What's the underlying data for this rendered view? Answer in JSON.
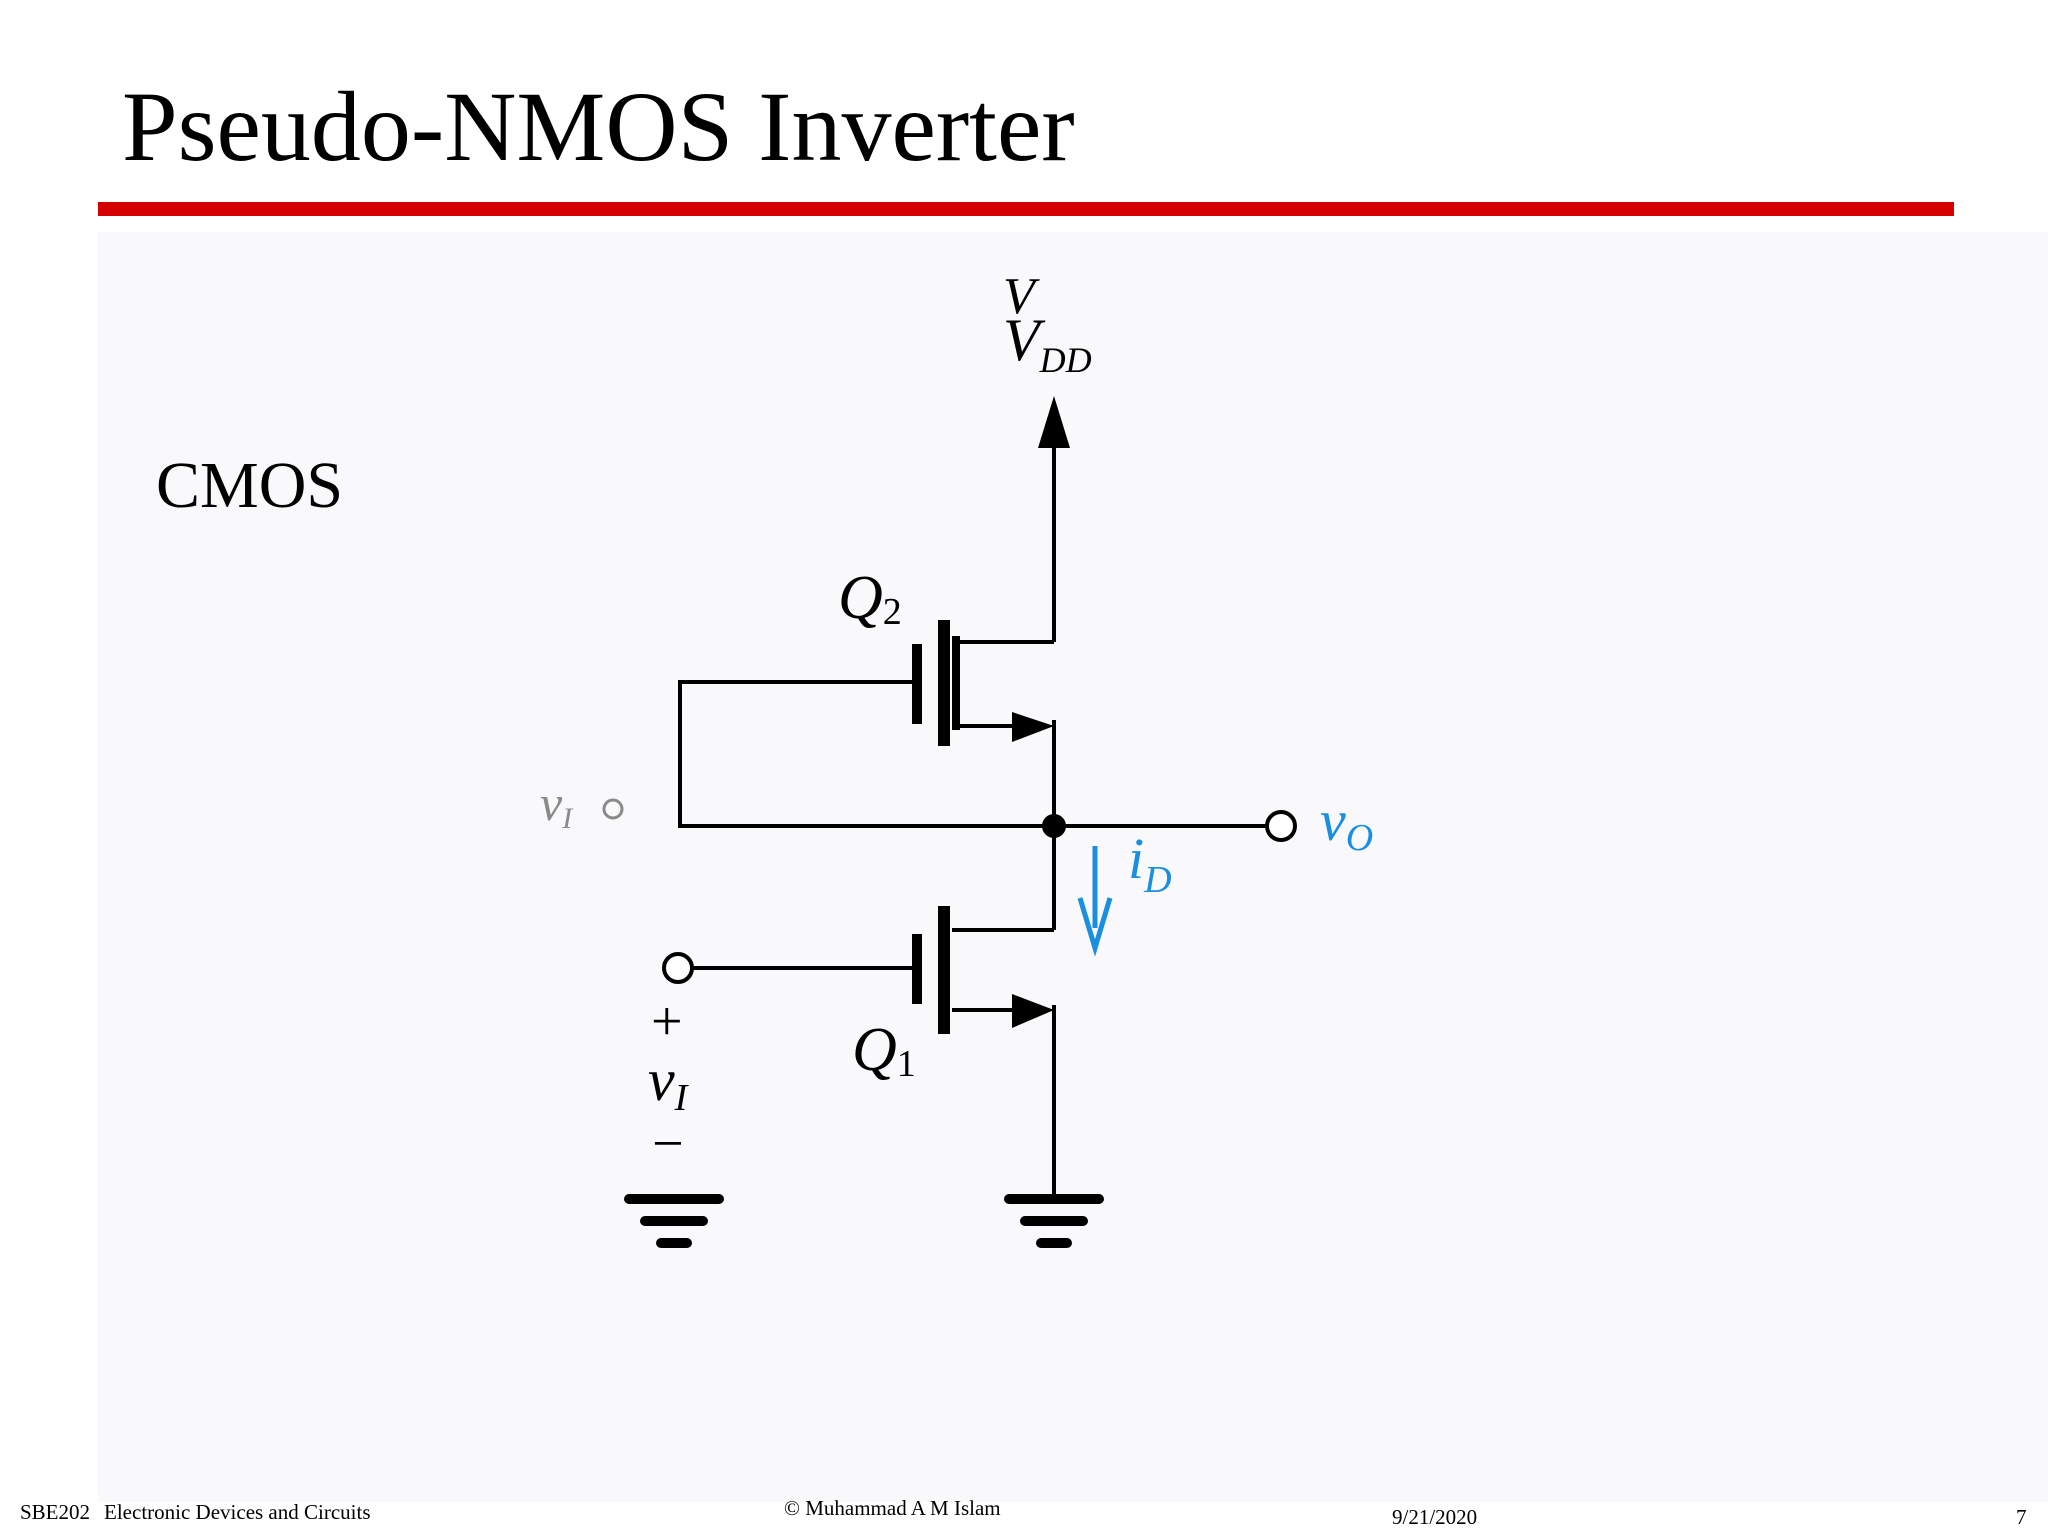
{
  "slide": {
    "title": "Pseudo-NMOS Inverter",
    "subtitle": "CMOS"
  },
  "colors": {
    "rule": "#d40000",
    "panel": "#f9f9fb",
    "wire": "#000000",
    "annotation_blue": "#1a8fe0",
    "faded_label": "#8a8a8a"
  },
  "diagram": {
    "supply_label": "V",
    "supply_label_main": "V",
    "supply_subscript": "DD",
    "q2_label": "Q",
    "q2_subscript": "2",
    "q1_label": "Q",
    "q1_subscript": "1",
    "vi_faded_label": "v",
    "vi_faded_subscript": "I",
    "vo_label": "v",
    "vo_subscript": "O",
    "id_label": "i",
    "id_subscript": "D",
    "plus_sign": "+",
    "minus_sign": "−",
    "vi_label": "v",
    "vi_subscript": "I"
  },
  "footer": {
    "course_code": "SBE202",
    "course_name": "Electronic Devices and Circuits",
    "copyright": "© Muhammad A M Islam",
    "date": "9/21/2020",
    "page_number": "7"
  }
}
